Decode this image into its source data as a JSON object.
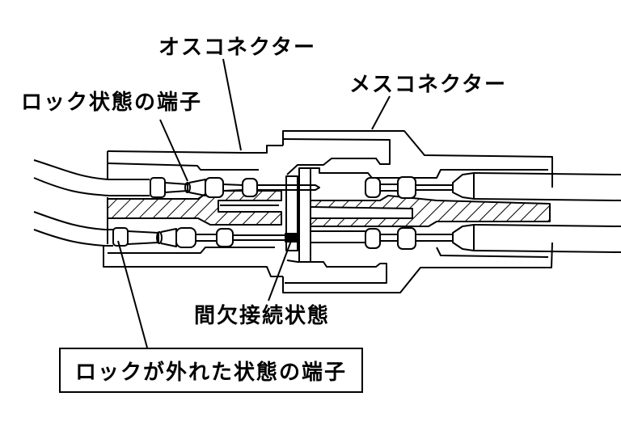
{
  "diagram": {
    "labels": {
      "male_connector": "オスコネクター",
      "female_connector": "メスコネクター",
      "locked_terminal": "ロック状態の端子",
      "intermittent_connection": "間欠接続状態",
      "unlocked_terminal": "ロックが外れた状態の端子"
    },
    "colors": {
      "line": "#000000",
      "background": "#ffffff",
      "fault_mark": "#000000"
    }
  }
}
